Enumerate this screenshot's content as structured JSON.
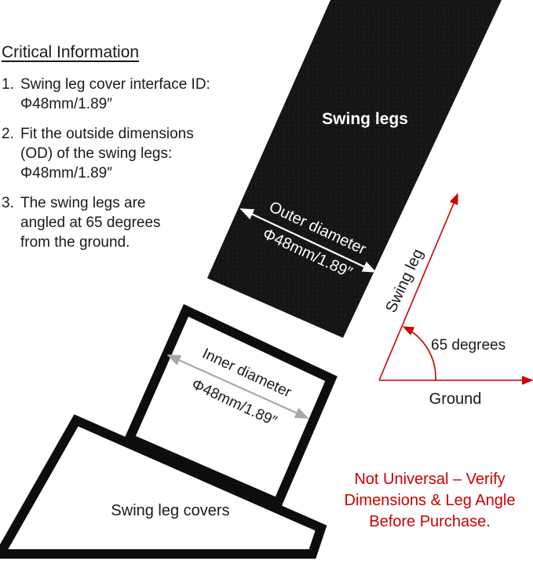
{
  "critical_info": {
    "title": "Critical Information",
    "items": [
      {
        "num": "1.",
        "lines": [
          "Swing leg cover interface ID:",
          "Φ48mm/1.89″"
        ]
      },
      {
        "num": "2.",
        "lines": [
          "Fit the outside dimensions",
          "(OD) of the swing legs:",
          "Φ48mm/1.89″"
        ]
      },
      {
        "num": "3.",
        "lines": [
          "The swing legs are",
          "angled at 65 degrees",
          "from the ground."
        ]
      }
    ]
  },
  "leg": {
    "label": "Swing legs",
    "od_label": "Outer diameter",
    "od_value": "Φ48mm/1.89″",
    "color": "#141414"
  },
  "cover": {
    "label": "Swing leg covers",
    "id_label": "Inner diameter",
    "id_value": "Φ48mm/1.89″"
  },
  "angle": {
    "leg_label": "Swing leg",
    "ground_label": "Ground",
    "angle_label": "65 degrees",
    "color": "#cc0000"
  },
  "warning": {
    "lines": [
      "Not Universal – Verify",
      "Dimensions & Leg Angle",
      "Before Purchase."
    ],
    "color": "#cc0000"
  }
}
